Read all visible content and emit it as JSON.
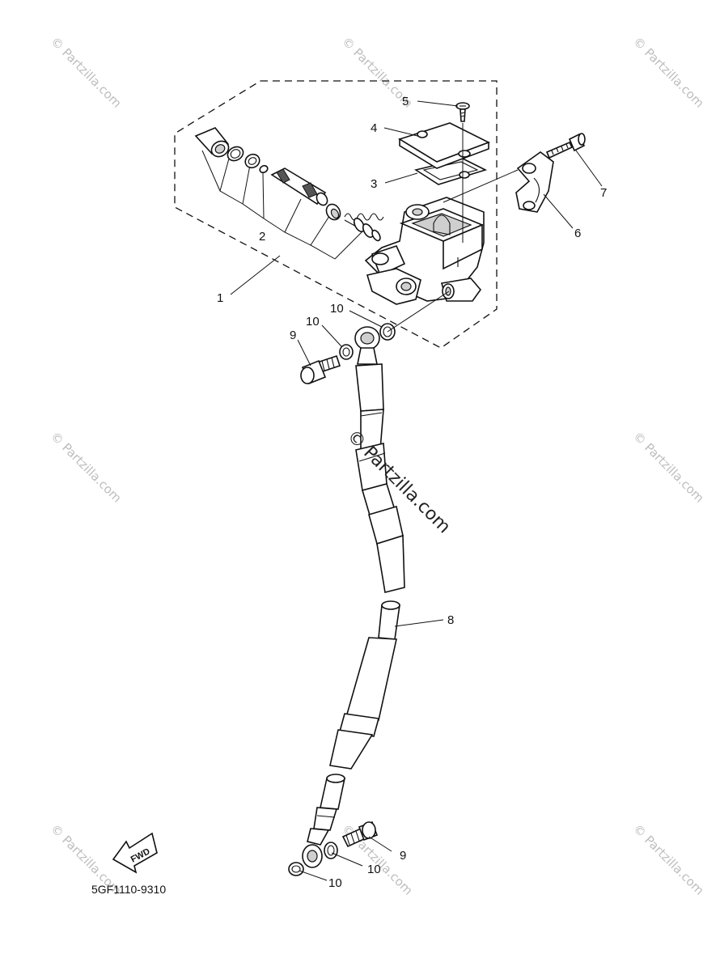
{
  "diagram_code": "5GF1110-9310",
  "fwd_label": "FWD",
  "watermark_small": "© Partzilla.com",
  "watermark_center": "© Partzilla.com",
  "callouts": {
    "c1": "1",
    "c2": "2",
    "c3": "3",
    "c4": "4",
    "c5": "5",
    "c6": "6",
    "c7": "7",
    "c8": "8",
    "c9a": "9",
    "c9b": "9",
    "c10a": "10",
    "c10b": "10",
    "c10c": "10",
    "c10d": "10"
  },
  "icons": {
    "fwd": "forward-arrow-icon"
  }
}
